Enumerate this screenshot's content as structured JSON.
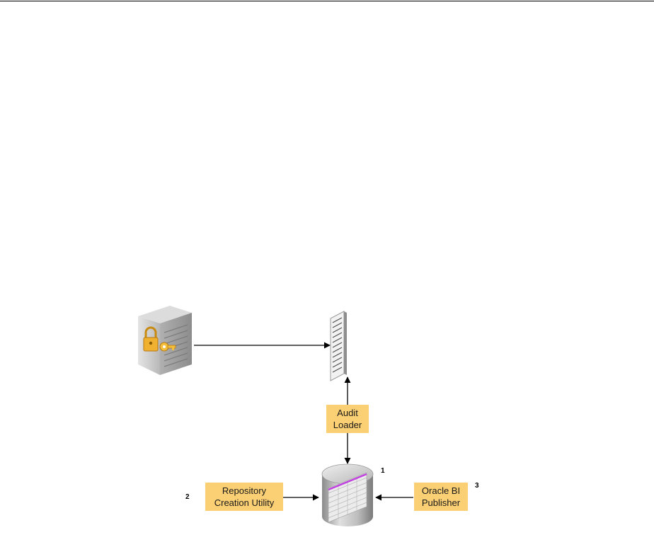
{
  "colors": {
    "label_fill": "#fbcf73",
    "arrow": "#000000",
    "accent_line": "#c040e0",
    "lock_gold": "#f0b030"
  },
  "icons": {
    "server": "secured-server-icon",
    "log_file": "audit-log-file-icon",
    "database": "audit-database-icon"
  },
  "labels": {
    "audit_loader": [
      "Audit",
      "Loader"
    ],
    "repository_creation_utility": [
      "Repository",
      "Creation Utility"
    ],
    "oracle_bi_publisher": [
      "Oracle BI",
      "Publisher"
    ]
  },
  "callouts": {
    "database": "1",
    "repository_creation_utility": "2",
    "oracle_bi_publisher": "3"
  }
}
